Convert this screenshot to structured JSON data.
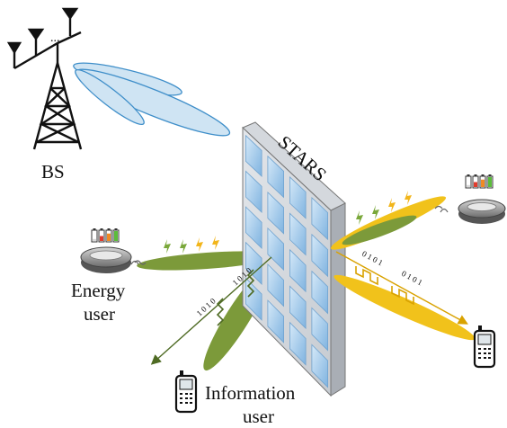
{
  "labels": {
    "bs": "BS",
    "stars": "STARS",
    "energy_user_line1": "Energy",
    "energy_user_line2": "user",
    "information_user_line1": "Information",
    "information_user_line2": "user",
    "antenna_dots": "...",
    "bits_left_a": "1 0 1 0",
    "bits_left_b": "1 0 1 0",
    "bits_right_a": "0 1 0 1",
    "bits_right_b": "0 1 0 1"
  },
  "icons": {
    "base_station": "tower-icon",
    "energy_user": "robot-vacuum-icon",
    "information_user": "mobile-phone-icon",
    "battery": "battery-icon",
    "lightning": "lightning-icon"
  },
  "colors": {
    "beam_blue": "#cfe4f3",
    "beam_blue_stroke": "#3e8ec9",
    "beam_green": "#7c9a3a",
    "beam_yellow": "#f1c21b",
    "bolt_green": "#7aa83a",
    "bolt_yellow": "#f2b51a",
    "element_blue": "#9cc6ea"
  }
}
